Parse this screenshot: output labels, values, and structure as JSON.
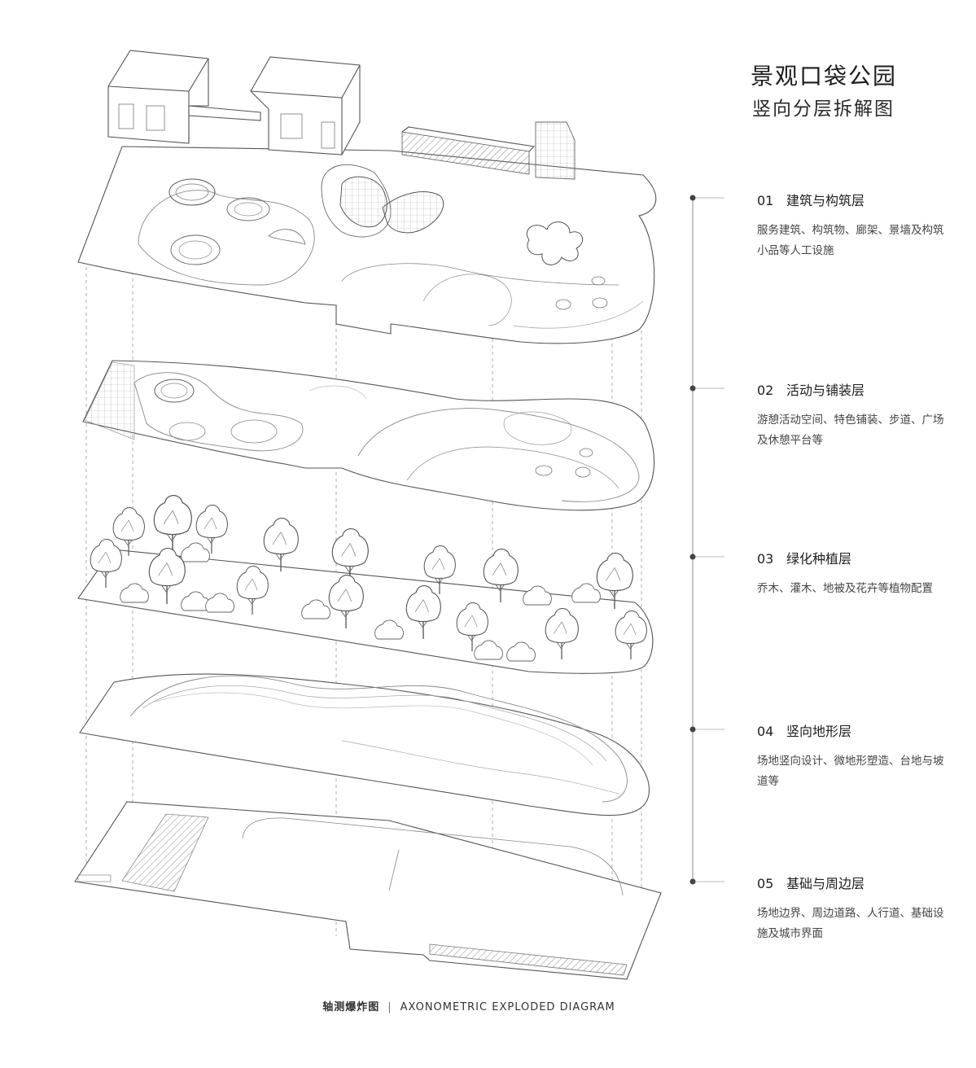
{
  "title": {
    "main": "景观口袋公园",
    "sub": "竖向分层拆解图"
  },
  "layers": [
    {
      "num": "01",
      "name": "建筑与构筑层",
      "desc": "服务建筑、构筑物、廊架、景墙及构筑小品等人工设施"
    },
    {
      "num": "02",
      "name": "活动与铺装层",
      "desc": "游憩活动空间、特色铺装、步道、广场及休憩平台等"
    },
    {
      "num": "03",
      "name": "绿化种植层",
      "desc": "乔木、灌木、地被及花卉等植物配置"
    },
    {
      "num": "04",
      "name": "竖向地形层",
      "desc": "场地竖向设计、微地形塑造、台地与坡道等"
    },
    {
      "num": "05",
      "name": "基础与周边层",
      "desc": "场地边界、周边道路、人行道、基础设施及城市界面"
    }
  ],
  "caption": {
    "zh": "轴测爆炸图",
    "separator": "|",
    "en": "AXONOMETRIC EXPLODED DIAGRAM"
  },
  "colors": {
    "line": "#555555",
    "light_line": "#9a9a9a",
    "timeline": "#8a8a8a",
    "dot": "#444444"
  }
}
